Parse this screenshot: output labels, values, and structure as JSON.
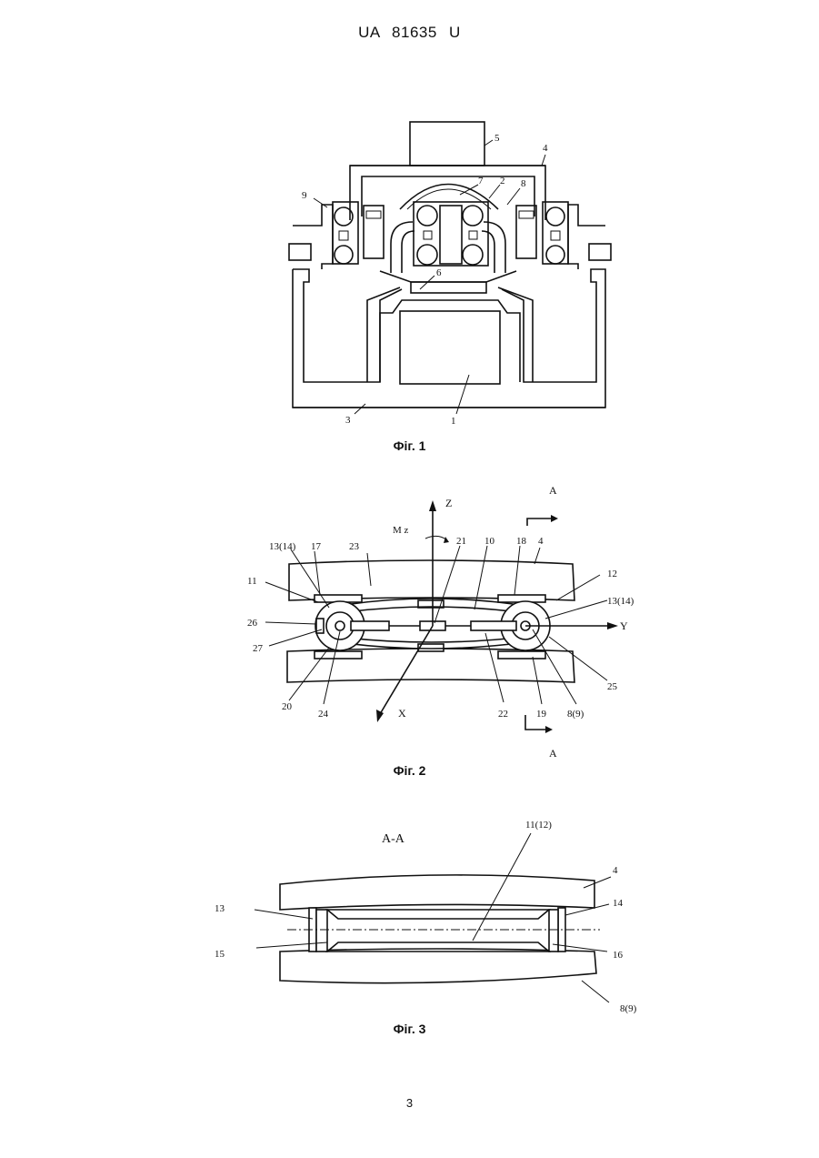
{
  "header": {
    "doc_id": "UA   81635   U"
  },
  "figures": {
    "fig1": {
      "caption": "Фіг. 1",
      "labels": [
        "1",
        "2",
        "3",
        "4",
        "5",
        "6",
        "7",
        "8",
        "9"
      ]
    },
    "fig2": {
      "caption": "Фіг. 2",
      "axes": {
        "z": "Z",
        "y": "Y",
        "x": "X",
        "moment": "M z"
      },
      "section_marks": {
        "top": "A",
        "bottom": "A"
      },
      "labels": [
        "13(14)",
        "17",
        "23",
        "21",
        "10",
        "18",
        "4",
        "11",
        "12",
        "13(14)",
        "26",
        "27",
        "20",
        "24",
        "22",
        "19",
        "8(9)",
        "25"
      ]
    },
    "fig3": {
      "caption": "Фіг. 3",
      "section_title": "A-A",
      "labels": [
        "11(12)",
        "4",
        "13",
        "14",
        "15",
        "16",
        "8(9)"
      ]
    }
  },
  "footer": {
    "page_number": "3"
  }
}
